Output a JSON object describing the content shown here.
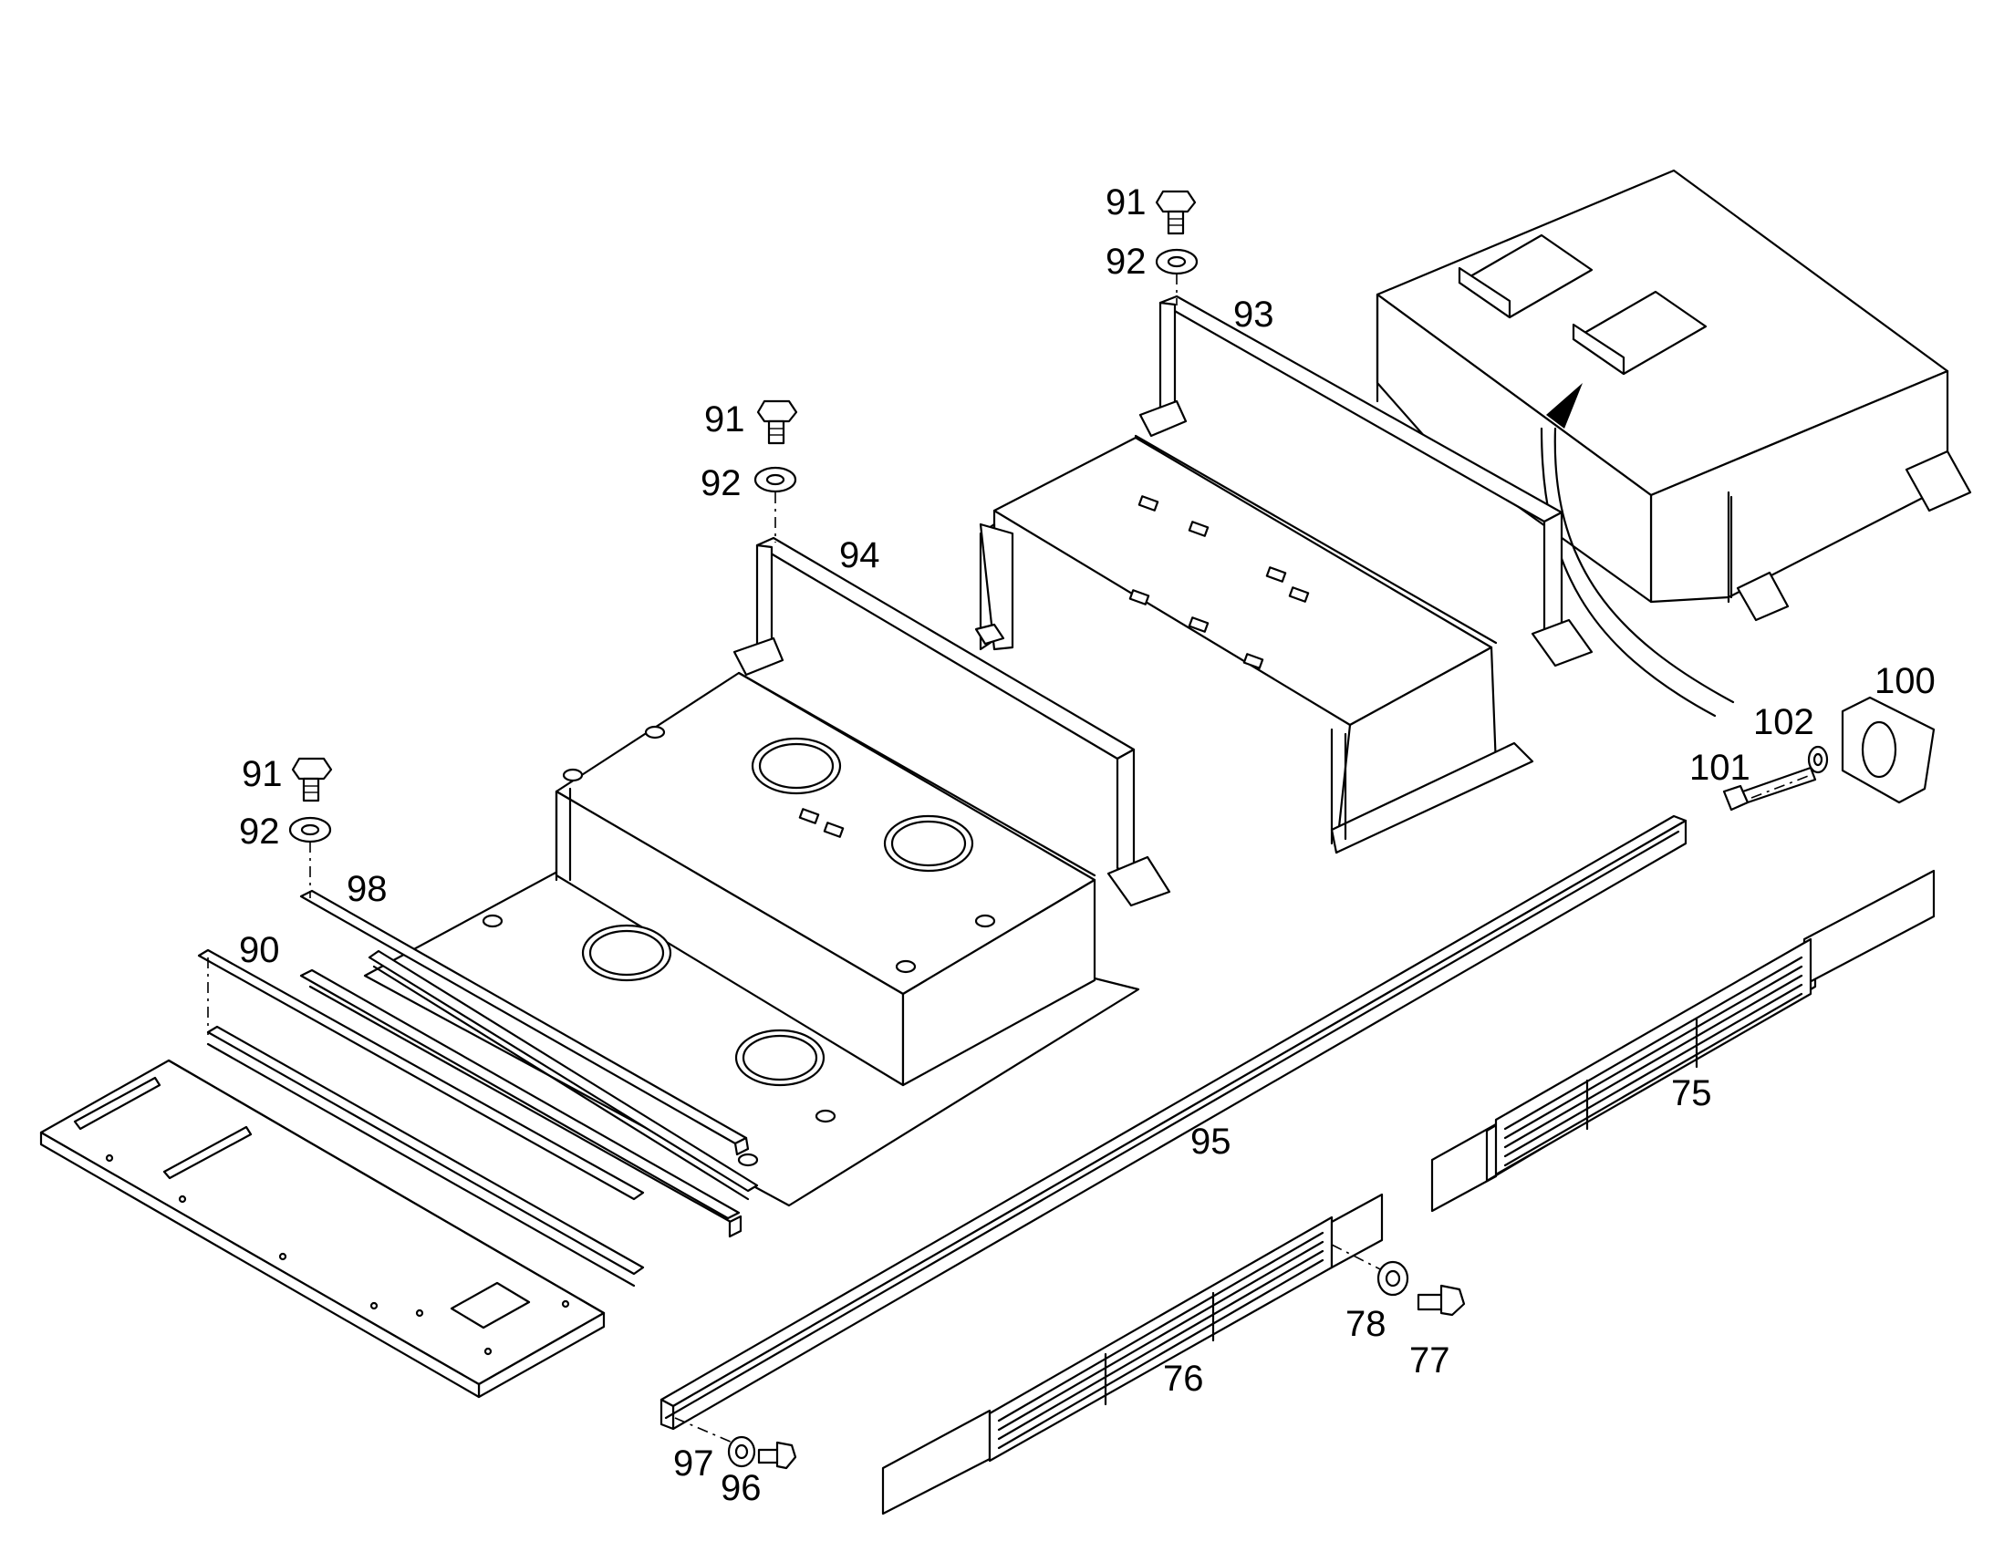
{
  "diagram": {
    "type": "exploded-parts-view",
    "callouts": [
      {
        "id": "c75",
        "text": "75"
      },
      {
        "id": "c76",
        "text": "76"
      },
      {
        "id": "c77",
        "text": "77"
      },
      {
        "id": "c78",
        "text": "78"
      },
      {
        "id": "c90",
        "text": "90"
      },
      {
        "id": "c91a",
        "text": "91"
      },
      {
        "id": "c91b",
        "text": "91"
      },
      {
        "id": "c91c",
        "text": "91"
      },
      {
        "id": "c92a",
        "text": "92"
      },
      {
        "id": "c92b",
        "text": "92"
      },
      {
        "id": "c92c",
        "text": "92"
      },
      {
        "id": "c93",
        "text": "93"
      },
      {
        "id": "c94",
        "text": "94"
      },
      {
        "id": "c95",
        "text": "95"
      },
      {
        "id": "c96",
        "text": "96"
      },
      {
        "id": "c97",
        "text": "97"
      },
      {
        "id": "c98",
        "text": "98"
      },
      {
        "id": "c100",
        "text": "100"
      },
      {
        "id": "c101",
        "text": "101"
      },
      {
        "id": "c102",
        "text": "102"
      }
    ]
  }
}
